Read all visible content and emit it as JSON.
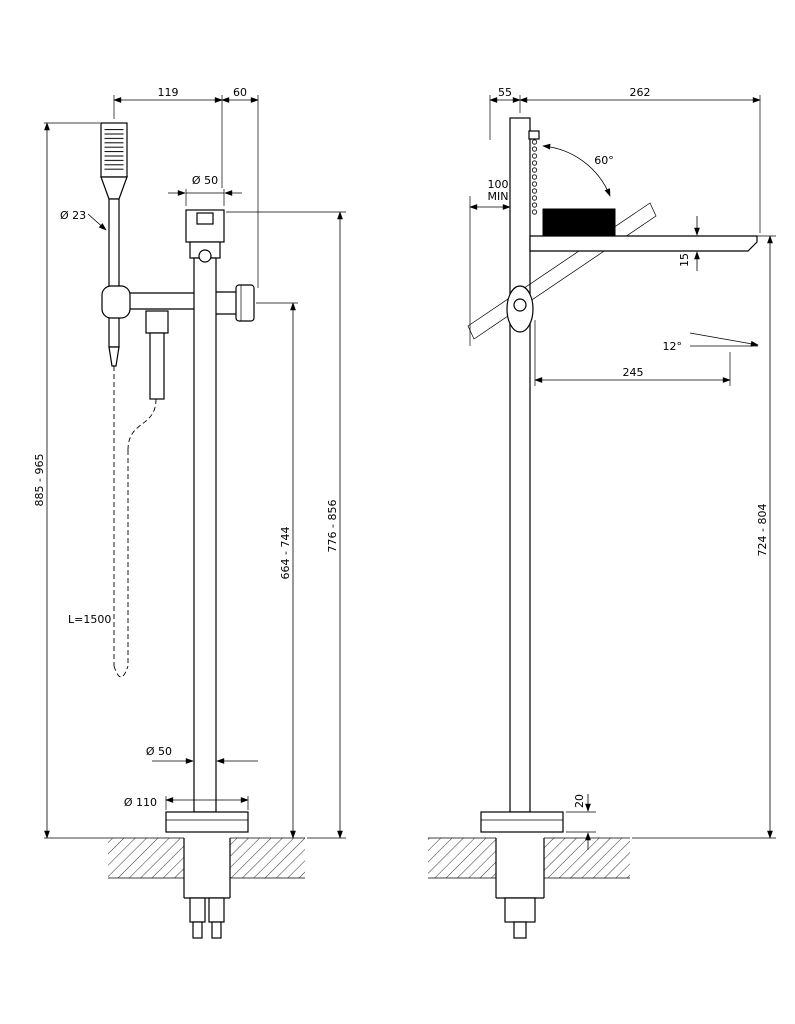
{
  "page": {
    "background": "#ffffff",
    "line_color": "#000000"
  },
  "front_view": {
    "dims": {
      "handshower_offset": "119",
      "spout_offset": "60",
      "top_diameter": "Ø 50",
      "handshower_diameter": "Ø 23",
      "total_height": "885 - 965",
      "spout_height": "776 - 856",
      "diverter_height": "664 - 744",
      "hose_length": "L=1500",
      "column_diameter": "Ø 50",
      "base_diameter": "Ø 110"
    }
  },
  "side_view": {
    "dims": {
      "rear_offset": "55",
      "total_reach": "262",
      "handshower_swivel": "60°",
      "min_clearance_value": "100",
      "min_clearance_unit": "MIN",
      "spout_thickness": "15",
      "stream_angle": "12°",
      "spout_reach": "245",
      "spout_height": "724 - 804",
      "base_height": "20"
    }
  }
}
